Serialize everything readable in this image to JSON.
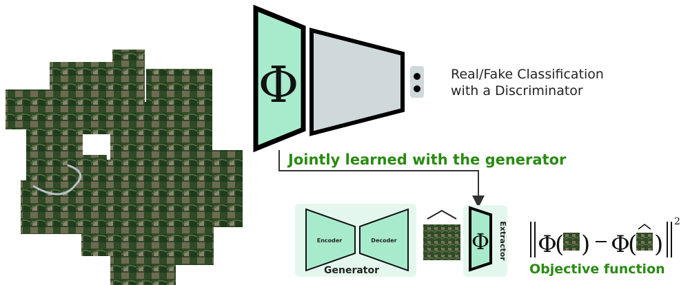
{
  "discriminator": {
    "symbol": "Φ",
    "classification_line1": "Real/Fake Classification",
    "classification_line2": "with a Discriminator"
  },
  "connector_label": "Jointly learned with the generator",
  "generator": {
    "encoder_label": "Encoder",
    "decoder_label": "Decoder",
    "title": "Generator"
  },
  "extractor": {
    "symbol": "Φ",
    "label": "Extractor"
  },
  "objective": {
    "phi": "Φ",
    "exponent": "2",
    "caption": "Objective function"
  },
  "colors": {
    "mint": "#a8ebcc",
    "gray_block": "#cfd9dc",
    "panel": "#e4f7ee",
    "green_text": "#2a8a12"
  }
}
